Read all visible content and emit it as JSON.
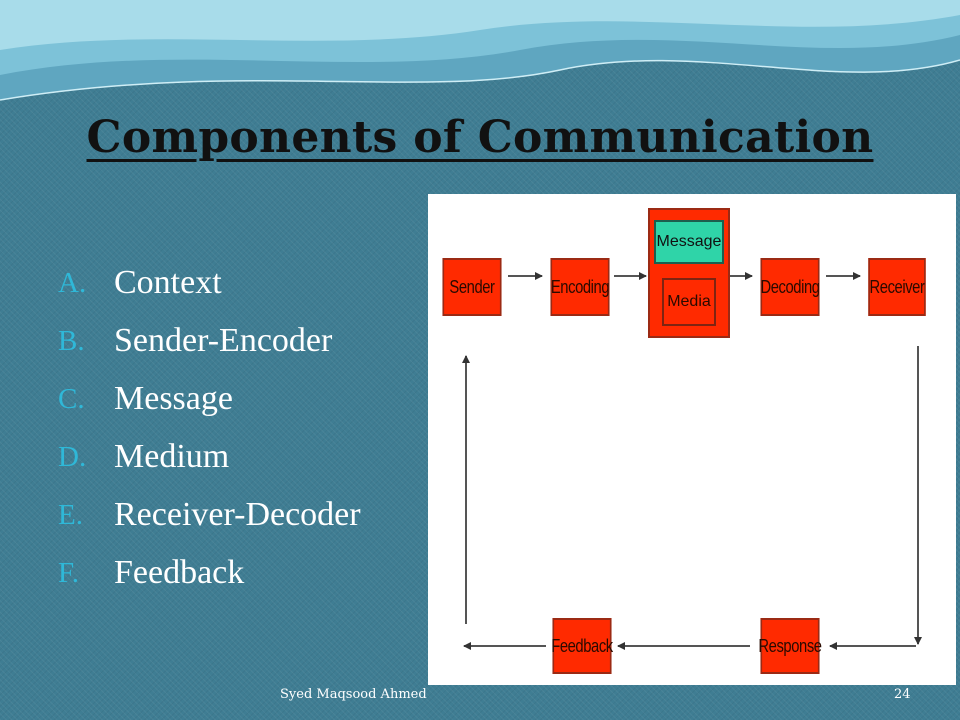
{
  "slide": {
    "title": "Components of Communication",
    "list": [
      {
        "marker": "A.",
        "text": "Context"
      },
      {
        "marker": "B.",
        "text": "Sender-Encoder"
      },
      {
        "marker": "C.",
        "text": "Message"
      },
      {
        "marker": "D.",
        "text": "Medium"
      },
      {
        "marker": "E.",
        "text": "Receiver-Decoder"
      },
      {
        "marker": "F.",
        "text": "Feedback"
      }
    ]
  },
  "diagram": {
    "sender": "Sender",
    "encoding": "Encoding",
    "message": "Message",
    "media": "Media",
    "decoding": "Decoding",
    "receiver": "Receiver",
    "response": "Response",
    "feedback": "Feedback"
  },
  "footer": {
    "author": "Syed Maqsood Ahmed",
    "page": "24"
  },
  "colors": {
    "background": "#3f7d93",
    "box_fill": "#ff2a00",
    "message_fill": "#2fd4a8",
    "marker": "#2fb8d8"
  }
}
